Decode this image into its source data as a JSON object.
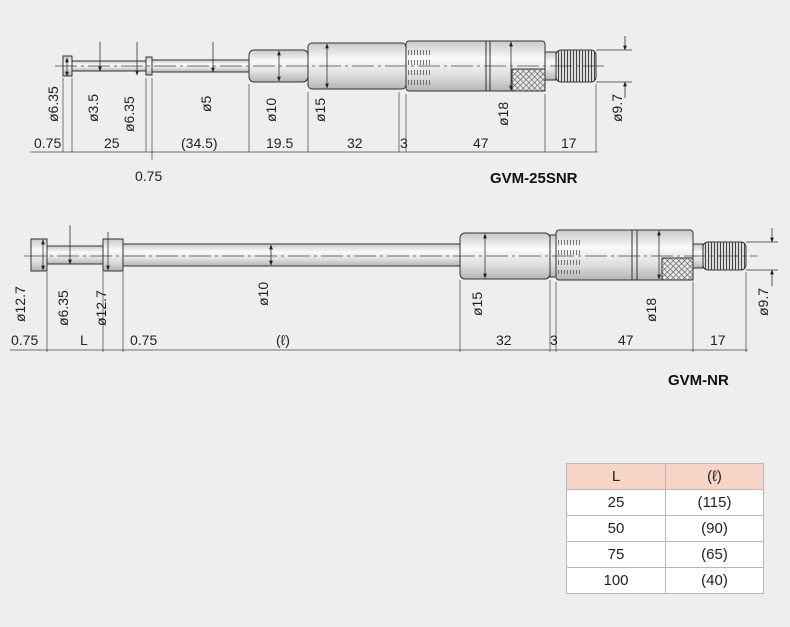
{
  "top": {
    "model": "GVM-25SNR",
    "dims": {
      "d_anvil": "ø6.35",
      "d_tip": "ø3.5",
      "d_neck": "ø6.35",
      "d_rod": "ø5",
      "d_body": "ø10",
      "d_sleeve": "ø15",
      "d_thimble": "ø18",
      "d_ratchet": "ø9.7",
      "len_a": "0.75",
      "len_b": "25",
      "len_c": "0.75",
      "len_d": "(34.5)",
      "len_e": "19.5",
      "len_f": "32",
      "len_g": "3",
      "len_h": "47",
      "len_i": "17"
    }
  },
  "bottom": {
    "model": "GVM-NR",
    "dims": {
      "d_anvil": "ø12.7",
      "d_tip": "ø6.35",
      "d_flange": "ø12.7",
      "d_rod": "ø10",
      "d_sleeve": "ø15",
      "d_thimble": "ø18",
      "d_ratchet": "ø9.7",
      "len_a": "0.75",
      "len_b": "L",
      "len_c": "0.75",
      "len_d": "(ℓ)",
      "len_f": "32",
      "len_g": "3",
      "len_h": "47",
      "len_i": "17"
    }
  },
  "table": {
    "headers": [
      "L",
      "(ℓ)"
    ],
    "rows": [
      [
        "25",
        "(115)"
      ],
      [
        "50",
        "(90)"
      ],
      [
        "75",
        "(65)"
      ],
      [
        "100",
        "(40)"
      ]
    ]
  }
}
